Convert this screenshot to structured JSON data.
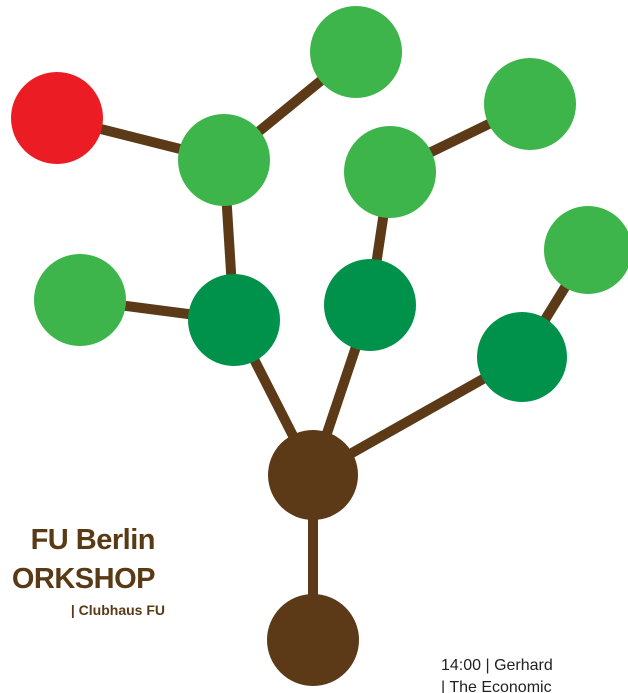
{
  "logo": {
    "colors": {
      "branch": "#5c3a17",
      "trunk_node": "#5c3a17",
      "highlight_node": "#ec1c24",
      "light_leaf": "#3db54a",
      "dark_leaf": "#00924a"
    }
  },
  "event": {
    "line1": "FU Berlin",
    "line2": "ORKSHOP",
    "line3": "| Clubhaus  FU"
  },
  "schedule": {
    "line1": "14:00  |  Gerhard",
    "line2": "| The Economic"
  }
}
